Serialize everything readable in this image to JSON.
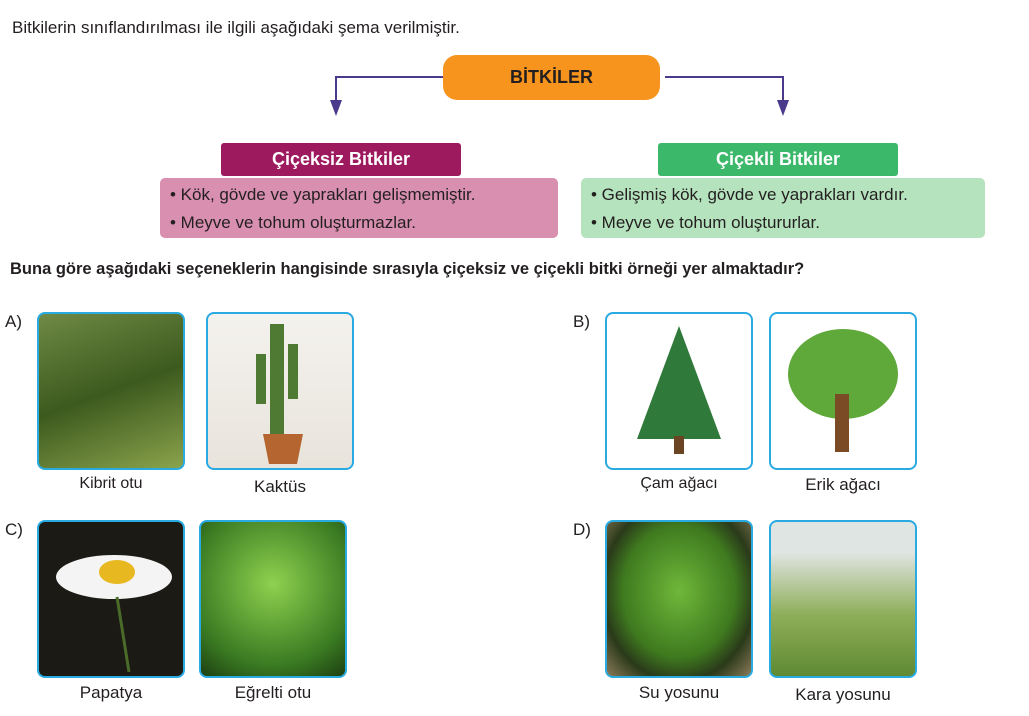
{
  "intro": "Bitkilerin sınıflandırılması ile ilgili aşağıdaki şema verilmiştir.",
  "root": "BİTKİLER",
  "left": {
    "title": "Çiçeksiz Bitkiler",
    "items": [
      "• Kök, gövde ve yaprakları gelişmemiştir.",
      "• Meyve ve tohum oluşturmazlar."
    ]
  },
  "right": {
    "title": "Çiçekli Bitkiler",
    "items": [
      "• Gelişmiş kök, gövde ve yaprakları vardır.",
      "• Meyve ve tohum oluştururlar."
    ]
  },
  "question": "Buna göre aşağıdaki seçeneklerin hangisinde sırasıyla çiçeksiz ve çiçekli bitki örneği yer almaktadır?",
  "options": [
    {
      "label": "A)",
      "captions": [
        "Kibrit otu",
        "Kaktüs"
      ]
    },
    {
      "label": "B)",
      "captions": [
        "Çam ağacı",
        "Erik ağacı"
      ]
    },
    {
      "label": "C)",
      "captions": [
        "Papatya",
        "Eğrelti otu"
      ]
    },
    {
      "label": "D)",
      "captions": [
        "Su yosunu",
        "Kara yosunu"
      ]
    }
  ],
  "colors": {
    "root": "#f7941d",
    "left": "#9e1a5e",
    "right": "#3cb86b",
    "arrow": "#4b3a8c",
    "frame": "#29abe2"
  }
}
